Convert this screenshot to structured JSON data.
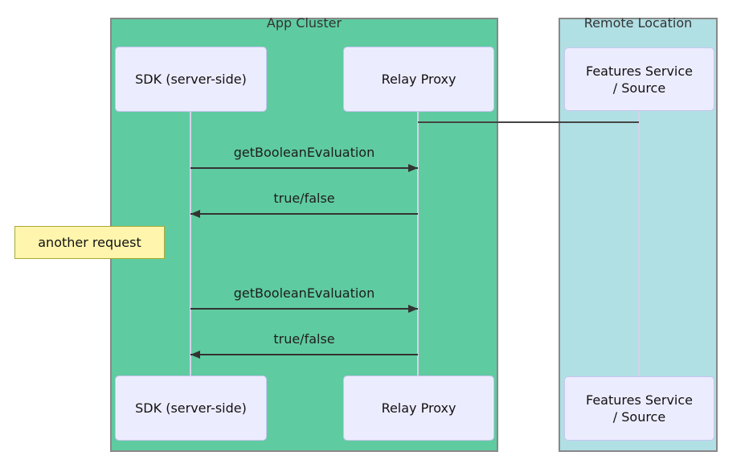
{
  "diagram_type": "sequence-diagram",
  "clusters": {
    "app_cluster": {
      "title": "App Cluster",
      "bg_color": "#5FCBA0",
      "border_color": "#888888"
    },
    "remote_location": {
      "title": "Remote Location",
      "bg_color": "#B0DFE4",
      "border_color": "#888888"
    }
  },
  "participants": {
    "sdk": {
      "label": "SDK (server-side)"
    },
    "relay": {
      "label": "Relay Proxy"
    },
    "features": {
      "label": "Features Service\n/ Source"
    }
  },
  "messages": [
    {
      "label": "getBooleanEvaluation",
      "from": "SDK (server-side)",
      "to": "Relay Proxy",
      "direction": "right",
      "style": "solid-arrow"
    },
    {
      "label": "true/false",
      "from": "Relay Proxy",
      "to": "SDK (server-side)",
      "direction": "left",
      "style": "solid-arrow"
    },
    {
      "label": "getBooleanEvaluation",
      "from": "SDK (server-side)",
      "to": "Relay Proxy",
      "direction": "right",
      "style": "solid-arrow"
    },
    {
      "label": "true/false",
      "from": "Relay Proxy",
      "to": "SDK (server-side)",
      "direction": "left",
      "style": "solid-arrow"
    }
  ],
  "links": [
    {
      "from": "Relay Proxy",
      "to": "Features Service / Source",
      "style": "plain-line"
    }
  ],
  "note": {
    "text": "another request",
    "position": "left of SDK (server-side)",
    "bg_color": "#FFF5AD",
    "border_color": "#AAAA33"
  },
  "style_colors": {
    "participant_fill": "#ECECFF",
    "participant_border": "#C9C5F0",
    "lifeline": "#D6D2EC",
    "arrow": "#333333",
    "text": "#1d1d1d"
  }
}
